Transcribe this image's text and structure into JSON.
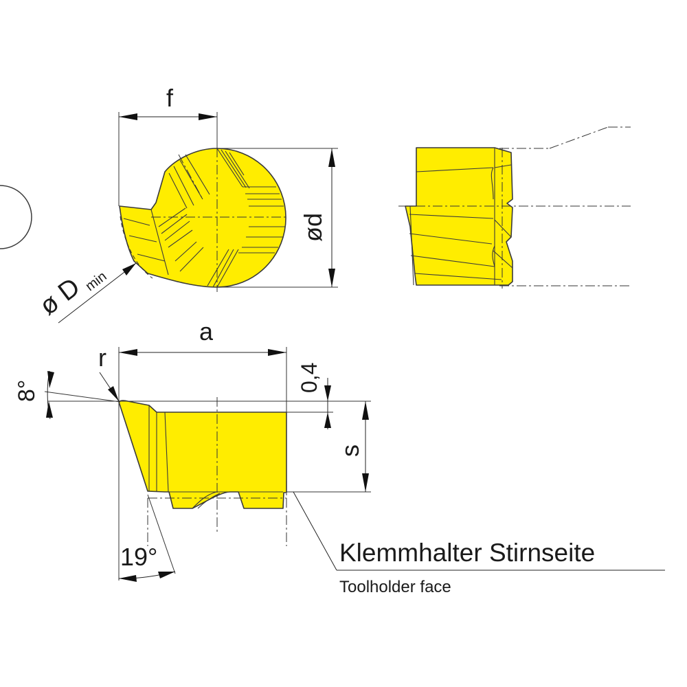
{
  "drawing": {
    "title": "Grooving insert dimension drawing",
    "colors": {
      "insert_fill": "#ffed00",
      "outline": "#3a3a3a",
      "text": "#1a1a1a"
    },
    "top_view": {
      "dim_f": "f",
      "dim_d": "ød",
      "dim_Dmin_symbol": "ø D",
      "dim_Dmin_sub": "min"
    },
    "side_view": {
      "dim_a": "a",
      "dim_r": "r",
      "dim_0_4": "0,4",
      "dim_s": "s",
      "angle_8": "8°",
      "angle_19": "19°"
    },
    "callout": {
      "german": "Klemmhalter Stirnseite",
      "english": "Toolholder face"
    }
  }
}
